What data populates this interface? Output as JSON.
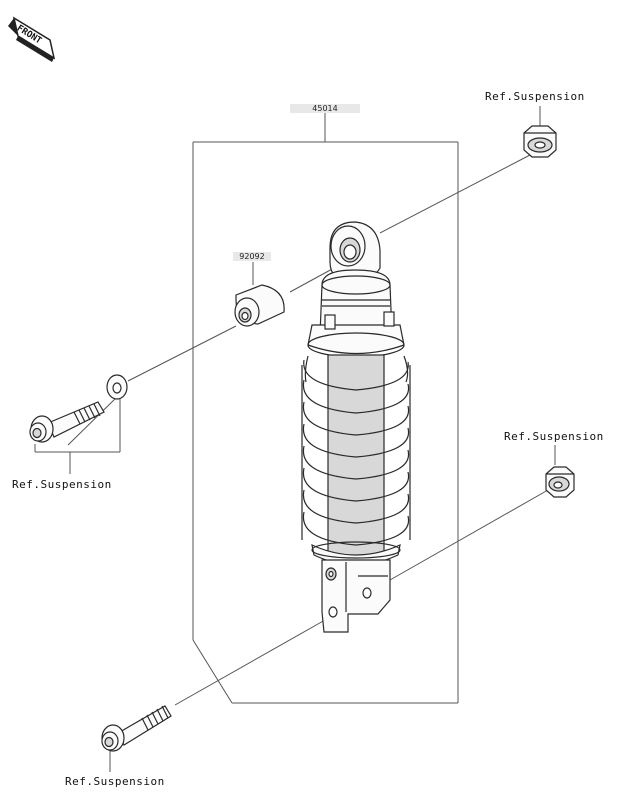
{
  "front_badge": {
    "text": "FRONT"
  },
  "parts": {
    "shock_assembly": {
      "number": "45014"
    },
    "bushing": {
      "number": "92092"
    }
  },
  "references": {
    "top_right": "Ref.Suspension",
    "mid_right": "Ref.Suspension",
    "left_bolt": "Ref.Suspension",
    "bottom_bolt": "Ref.Suspension"
  },
  "colors": {
    "line": "#555555",
    "part_outline": "#2a2a2a",
    "label_bg": "#e8e8e8"
  }
}
